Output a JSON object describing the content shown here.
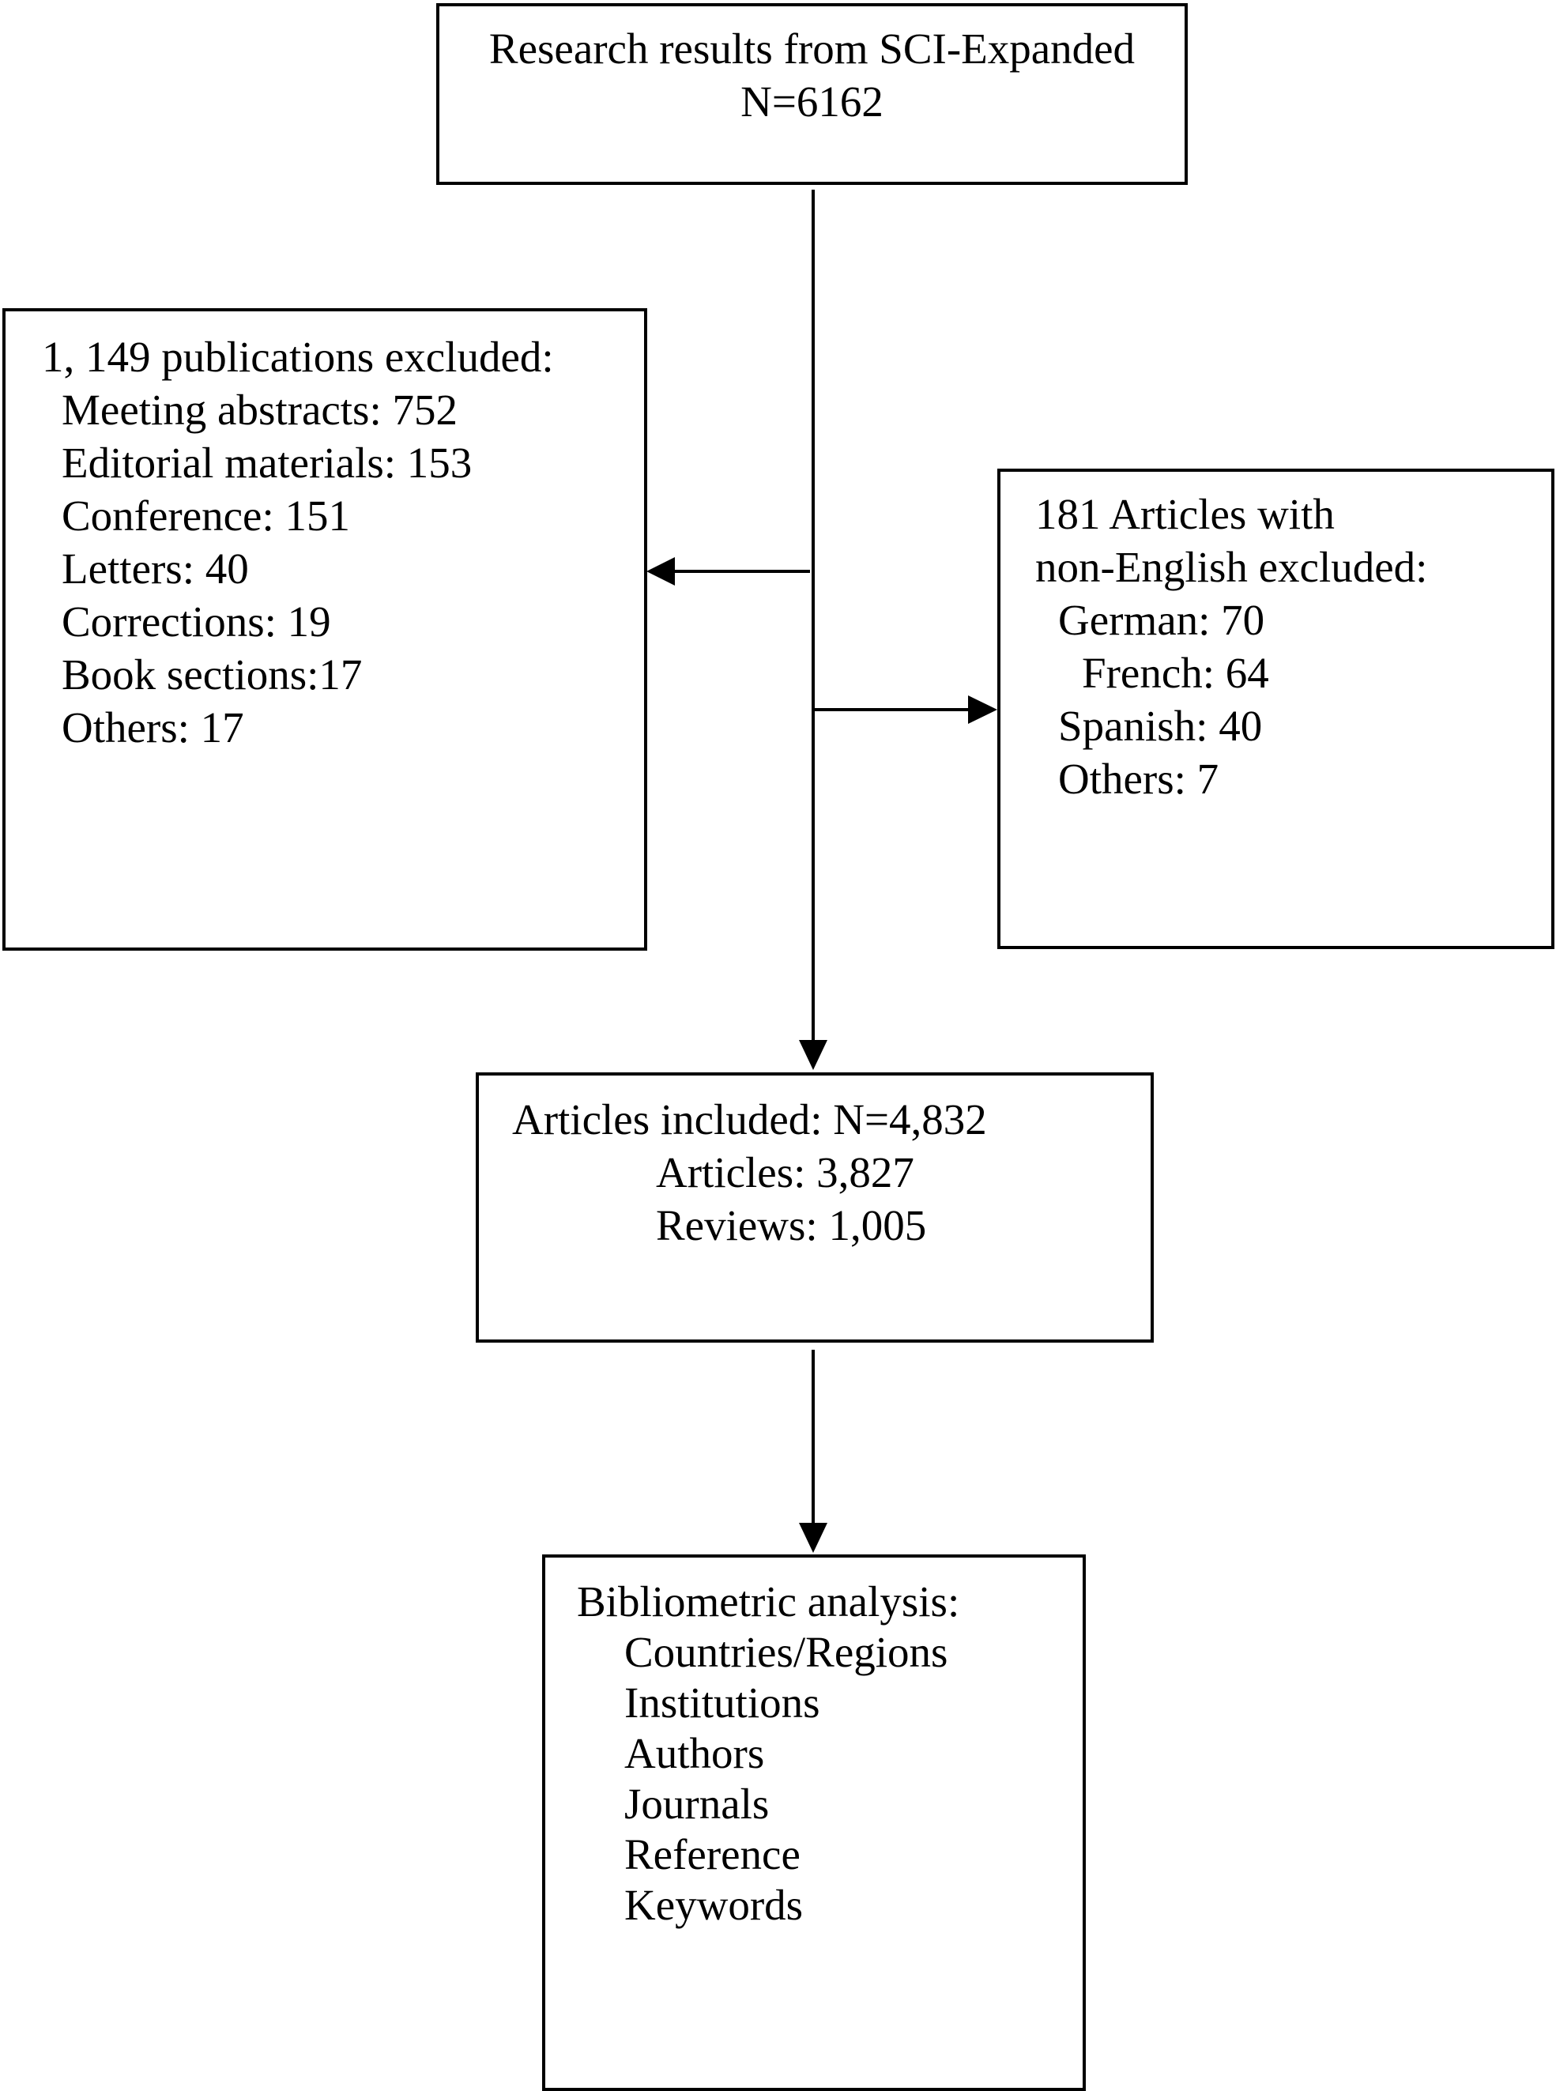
{
  "search": {
    "line1": "Research results from SCI-Expanded",
    "line2": "N=6162"
  },
  "excluded_types": {
    "heading": "1, 149 publications excluded:",
    "items": [
      "Meeting abstracts: 752",
      "Editorial materials: 153",
      "Conference: 151",
      "Letters: 40",
      "Corrections: 19",
      "Book sections:17",
      "Others: 17"
    ]
  },
  "excluded_language": {
    "heading_line1": "181 Articles with",
    "heading_line2": "non-English excluded:",
    "items": [
      "German: 70",
      "French: 64",
      "Spanish: 40",
      "Others: 7"
    ]
  },
  "included": {
    "heading": "Articles included: N=4,832",
    "items": [
      "Articles: 3,827",
      "Reviews: 1,005"
    ]
  },
  "analysis": {
    "heading": "Bibliometric analysis:",
    "items": [
      "Countries/Regions",
      "Institutions",
      "Authors",
      "Journals",
      "Reference",
      "Keywords"
    ]
  },
  "colors": {
    "stroke": "#000000",
    "background": "#ffffff"
  }
}
